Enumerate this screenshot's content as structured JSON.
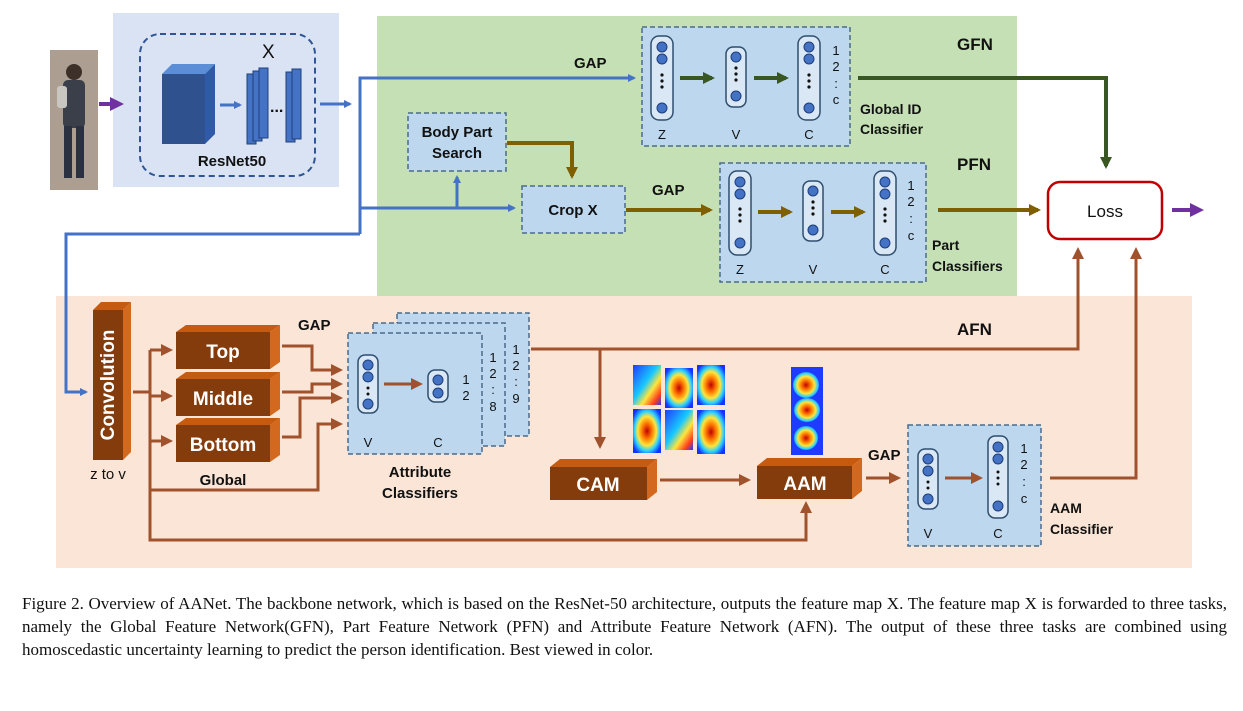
{
  "networks": {
    "gfn": "GFN",
    "pfn": "PFN",
    "afn": "AFN"
  },
  "backbone": {
    "feature_map": "X",
    "name": "ResNet50"
  },
  "gfn": {
    "gap": "GAP",
    "vec_z": "Z",
    "vec_v": "V",
    "vec_c": "C",
    "classes": [
      "1",
      "2",
      ":",
      "c"
    ],
    "classifier": [
      "Global ID",
      "Classifier"
    ]
  },
  "pfn": {
    "body_part_search": [
      "Body Part",
      "Search"
    ],
    "crop": "Crop X",
    "gap": "GAP",
    "vec_z": "Z",
    "vec_v": "V",
    "vec_c": "C",
    "classes": [
      "1",
      "2",
      ":",
      "c"
    ],
    "classifier": [
      "Part",
      "Classifiers"
    ]
  },
  "loss": "Loss",
  "afn": {
    "convolution": "Convolution",
    "z_to_v": "z to v",
    "parts": [
      "Top",
      "Middle",
      "Bottom"
    ],
    "global": "Global",
    "gap": "GAP",
    "attr_v": "V",
    "attr_c": "C",
    "attr_classes_front": [
      "1",
      "2"
    ],
    "attr_classes_mid": [
      "1",
      "2",
      ":",
      "8"
    ],
    "attr_classes_back": [
      "1",
      "2",
      ":",
      "9"
    ],
    "attribute_classifiers": [
      "Attribute",
      "Classifiers"
    ],
    "cam": "CAM",
    "aam": "AAM",
    "gap2": "GAP",
    "aam_v": "V",
    "aam_c": "C",
    "aam_classes": [
      "1",
      "2",
      ":",
      "c"
    ],
    "aam_classifier": [
      "AAM",
      "Classifier"
    ]
  },
  "caption": "Figure 2. Overview of AANet. The backbone network, which is based on the ResNet-50 architecture, outputs the feature map X. The feature map X is forwarded to three tasks, namely the Global Feature Network(GFN), Part Feature Network (PFN) and Attribute Feature Network (AFN). The output of these three tasks are combined using homoscedastic uncertainty learning to predict the person identification. Best viewed in color.",
  "colors": {
    "backbone_bg": "#dae3f3",
    "gfn_bg": "#c5e0b4",
    "afn_bg": "#fbe5d6",
    "blue_arrow": "#4472c4",
    "green_arrow": "#385723",
    "olive_arrow": "#7f6000",
    "brown_block": "#843c0c",
    "loss_border": "#c00000",
    "purple_arrow": "#7030a0"
  }
}
